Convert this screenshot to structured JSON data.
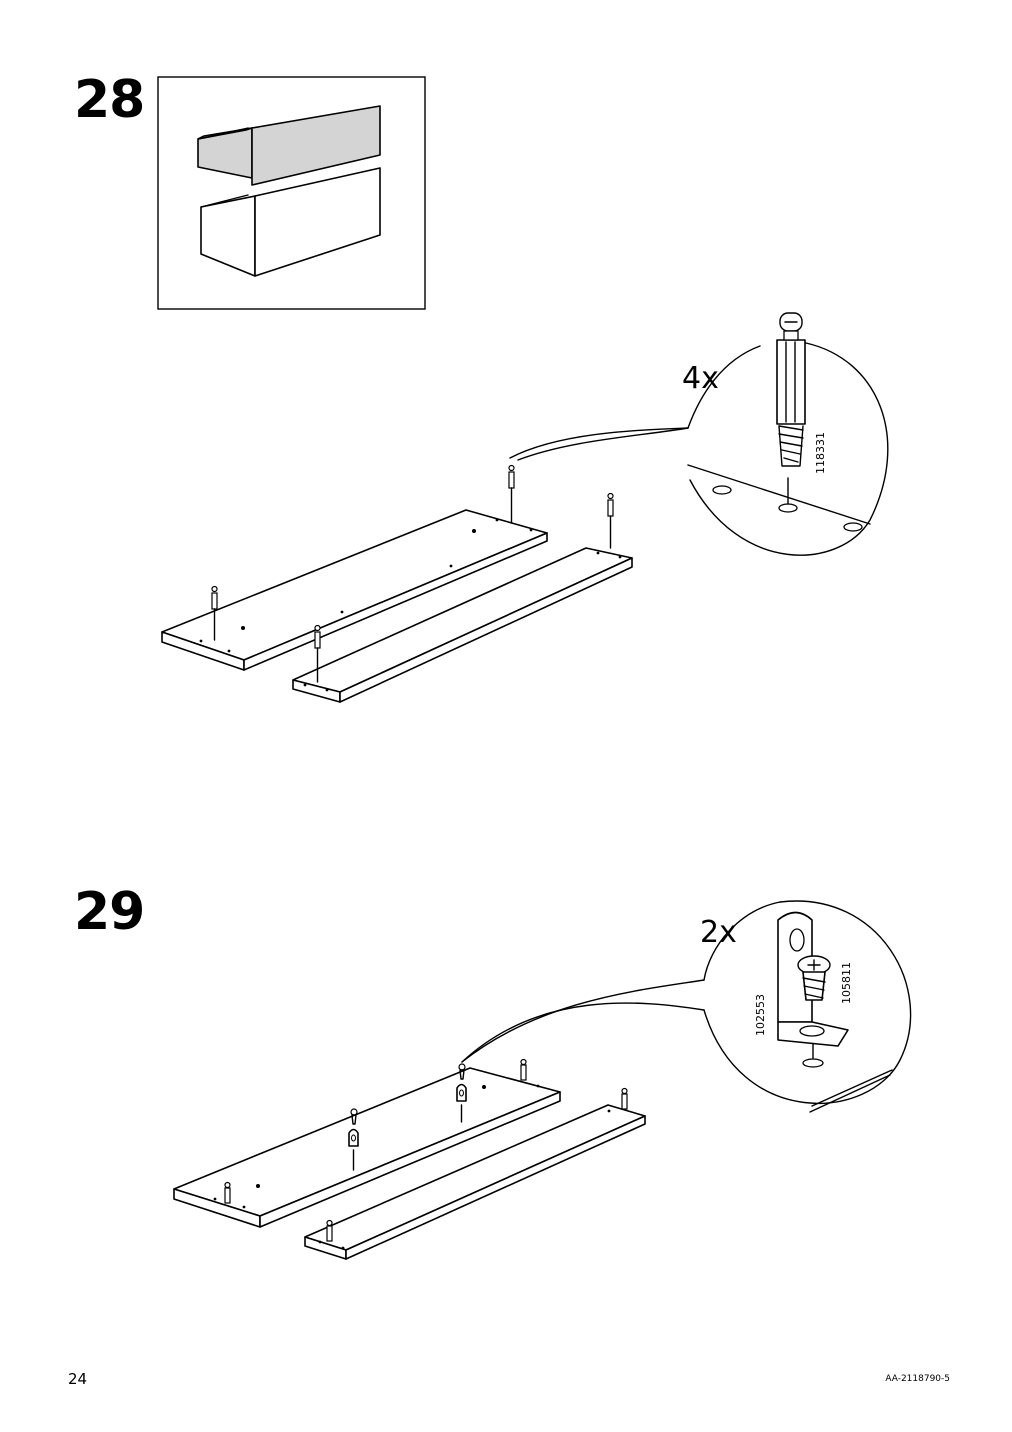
{
  "page": {
    "page_number": "24",
    "document_id": "AA-2118790-5"
  },
  "steps": [
    {
      "number": "28",
      "callout": {
        "quantity": "4x",
        "part_number": "118331"
      }
    },
    {
      "number": "29",
      "callout": {
        "quantity": "2x",
        "part_numbers": [
          "102553",
          "105811"
        ]
      }
    }
  ]
}
